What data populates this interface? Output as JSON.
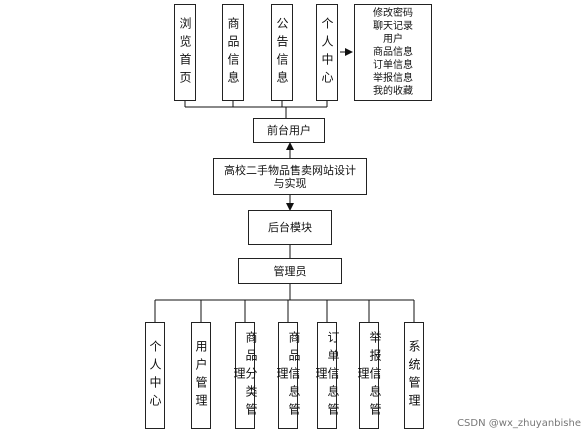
{
  "top_modules": [
    "浏览首页",
    "商品信息",
    "公告信息",
    "个人中心"
  ],
  "personal_center_items": [
    "修改密码",
    "聊天记录",
    "用户",
    "商品信息",
    "订单信息",
    "举报信息",
    "我的收藏"
  ],
  "frontend": "前台用户",
  "system": "高校二手物品售卖网站设计与实现",
  "backend": "后台模块",
  "admin": "管理员",
  "bottom_modules": [
    "个人中心",
    "用户管理",
    "商品分类管理",
    "商品信息管理",
    "订单信息管理",
    "举报信息管理",
    "系统管理"
  ],
  "watermark": "CSDN @wx_zhuyanbishe"
}
